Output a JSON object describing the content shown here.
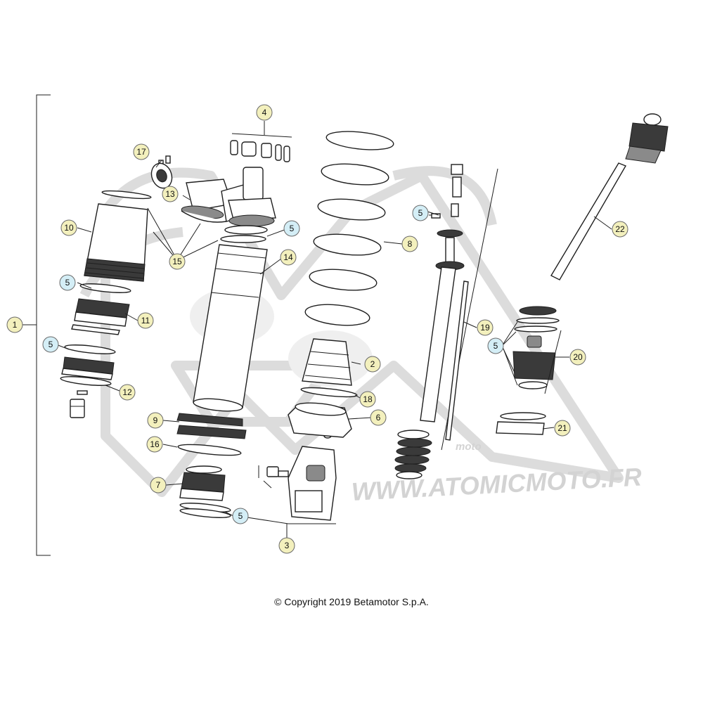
{
  "watermark": {
    "brand": "moto",
    "url": "WWW.ATOMICMOTO.FR"
  },
  "callouts": [
    {
      "label": "1",
      "kind": "part"
    },
    {
      "label": "2",
      "kind": "part"
    },
    {
      "label": "3",
      "kind": "part"
    },
    {
      "label": "4",
      "kind": "part"
    },
    {
      "label": "5",
      "kind": "seal"
    },
    {
      "label": "5",
      "kind": "seal"
    },
    {
      "label": "5",
      "kind": "seal"
    },
    {
      "label": "5",
      "kind": "seal"
    },
    {
      "label": "5",
      "kind": "seal"
    },
    {
      "label": "5",
      "kind": "seal"
    },
    {
      "label": "6",
      "kind": "part"
    },
    {
      "label": "7",
      "kind": "part"
    },
    {
      "label": "8",
      "kind": "part"
    },
    {
      "label": "9",
      "kind": "part"
    },
    {
      "label": "10",
      "kind": "part"
    },
    {
      "label": "11",
      "kind": "part"
    },
    {
      "label": "12",
      "kind": "part"
    },
    {
      "label": "13",
      "kind": "part"
    },
    {
      "label": "14",
      "kind": "part"
    },
    {
      "label": "15",
      "kind": "part"
    },
    {
      "label": "16",
      "kind": "part"
    },
    {
      "label": "17",
      "kind": "part"
    },
    {
      "label": "18",
      "kind": "part"
    },
    {
      "label": "19",
      "kind": "part"
    },
    {
      "label": "20",
      "kind": "part"
    },
    {
      "label": "21",
      "kind": "part"
    },
    {
      "label": "22",
      "kind": "part"
    }
  ],
  "colors": {
    "part_callout_fill": "#f3f0bd",
    "seal_callout_fill": "#d4eef6"
  },
  "copyright": "© Copyright 2019 Betamotor S.p.A."
}
